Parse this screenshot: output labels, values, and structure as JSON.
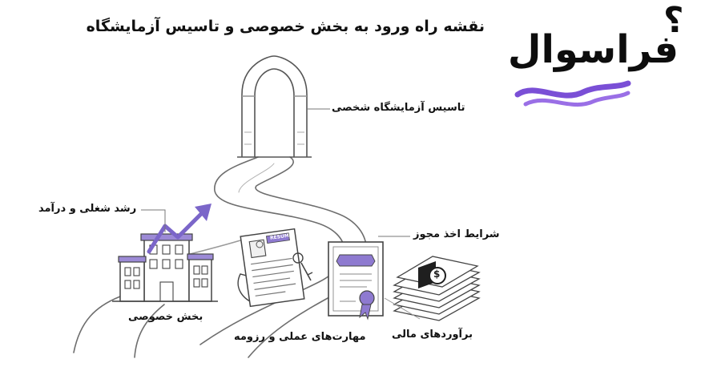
{
  "title": "نقشه راه ورود به بخش خصوصی و تاسیس آزمایشگاه",
  "logo": {
    "text": "فراسوال",
    "mark": "؟",
    "accent_color": "#7a4fd6"
  },
  "labels": {
    "lab_founding": "تاسیس آزمایشگاه شخصی",
    "career_growth": "رشد شغلی و درآمد",
    "license": "شرایط اخذ مجوز",
    "private_sector": "بخش خصوصی",
    "skills_resume": "مهارت‌های عملی و رزومه",
    "financial_estimates": "برآوردهای مالی"
  },
  "illustration_texts": {
    "resume_tag": "RESUME",
    "money_symbol": "$"
  },
  "colors": {
    "building_accent": "#9c8ad6",
    "arrow": "#7b66c9",
    "certificate_ribbon": "#8e7ad0",
    "sketch": "#555555"
  }
}
